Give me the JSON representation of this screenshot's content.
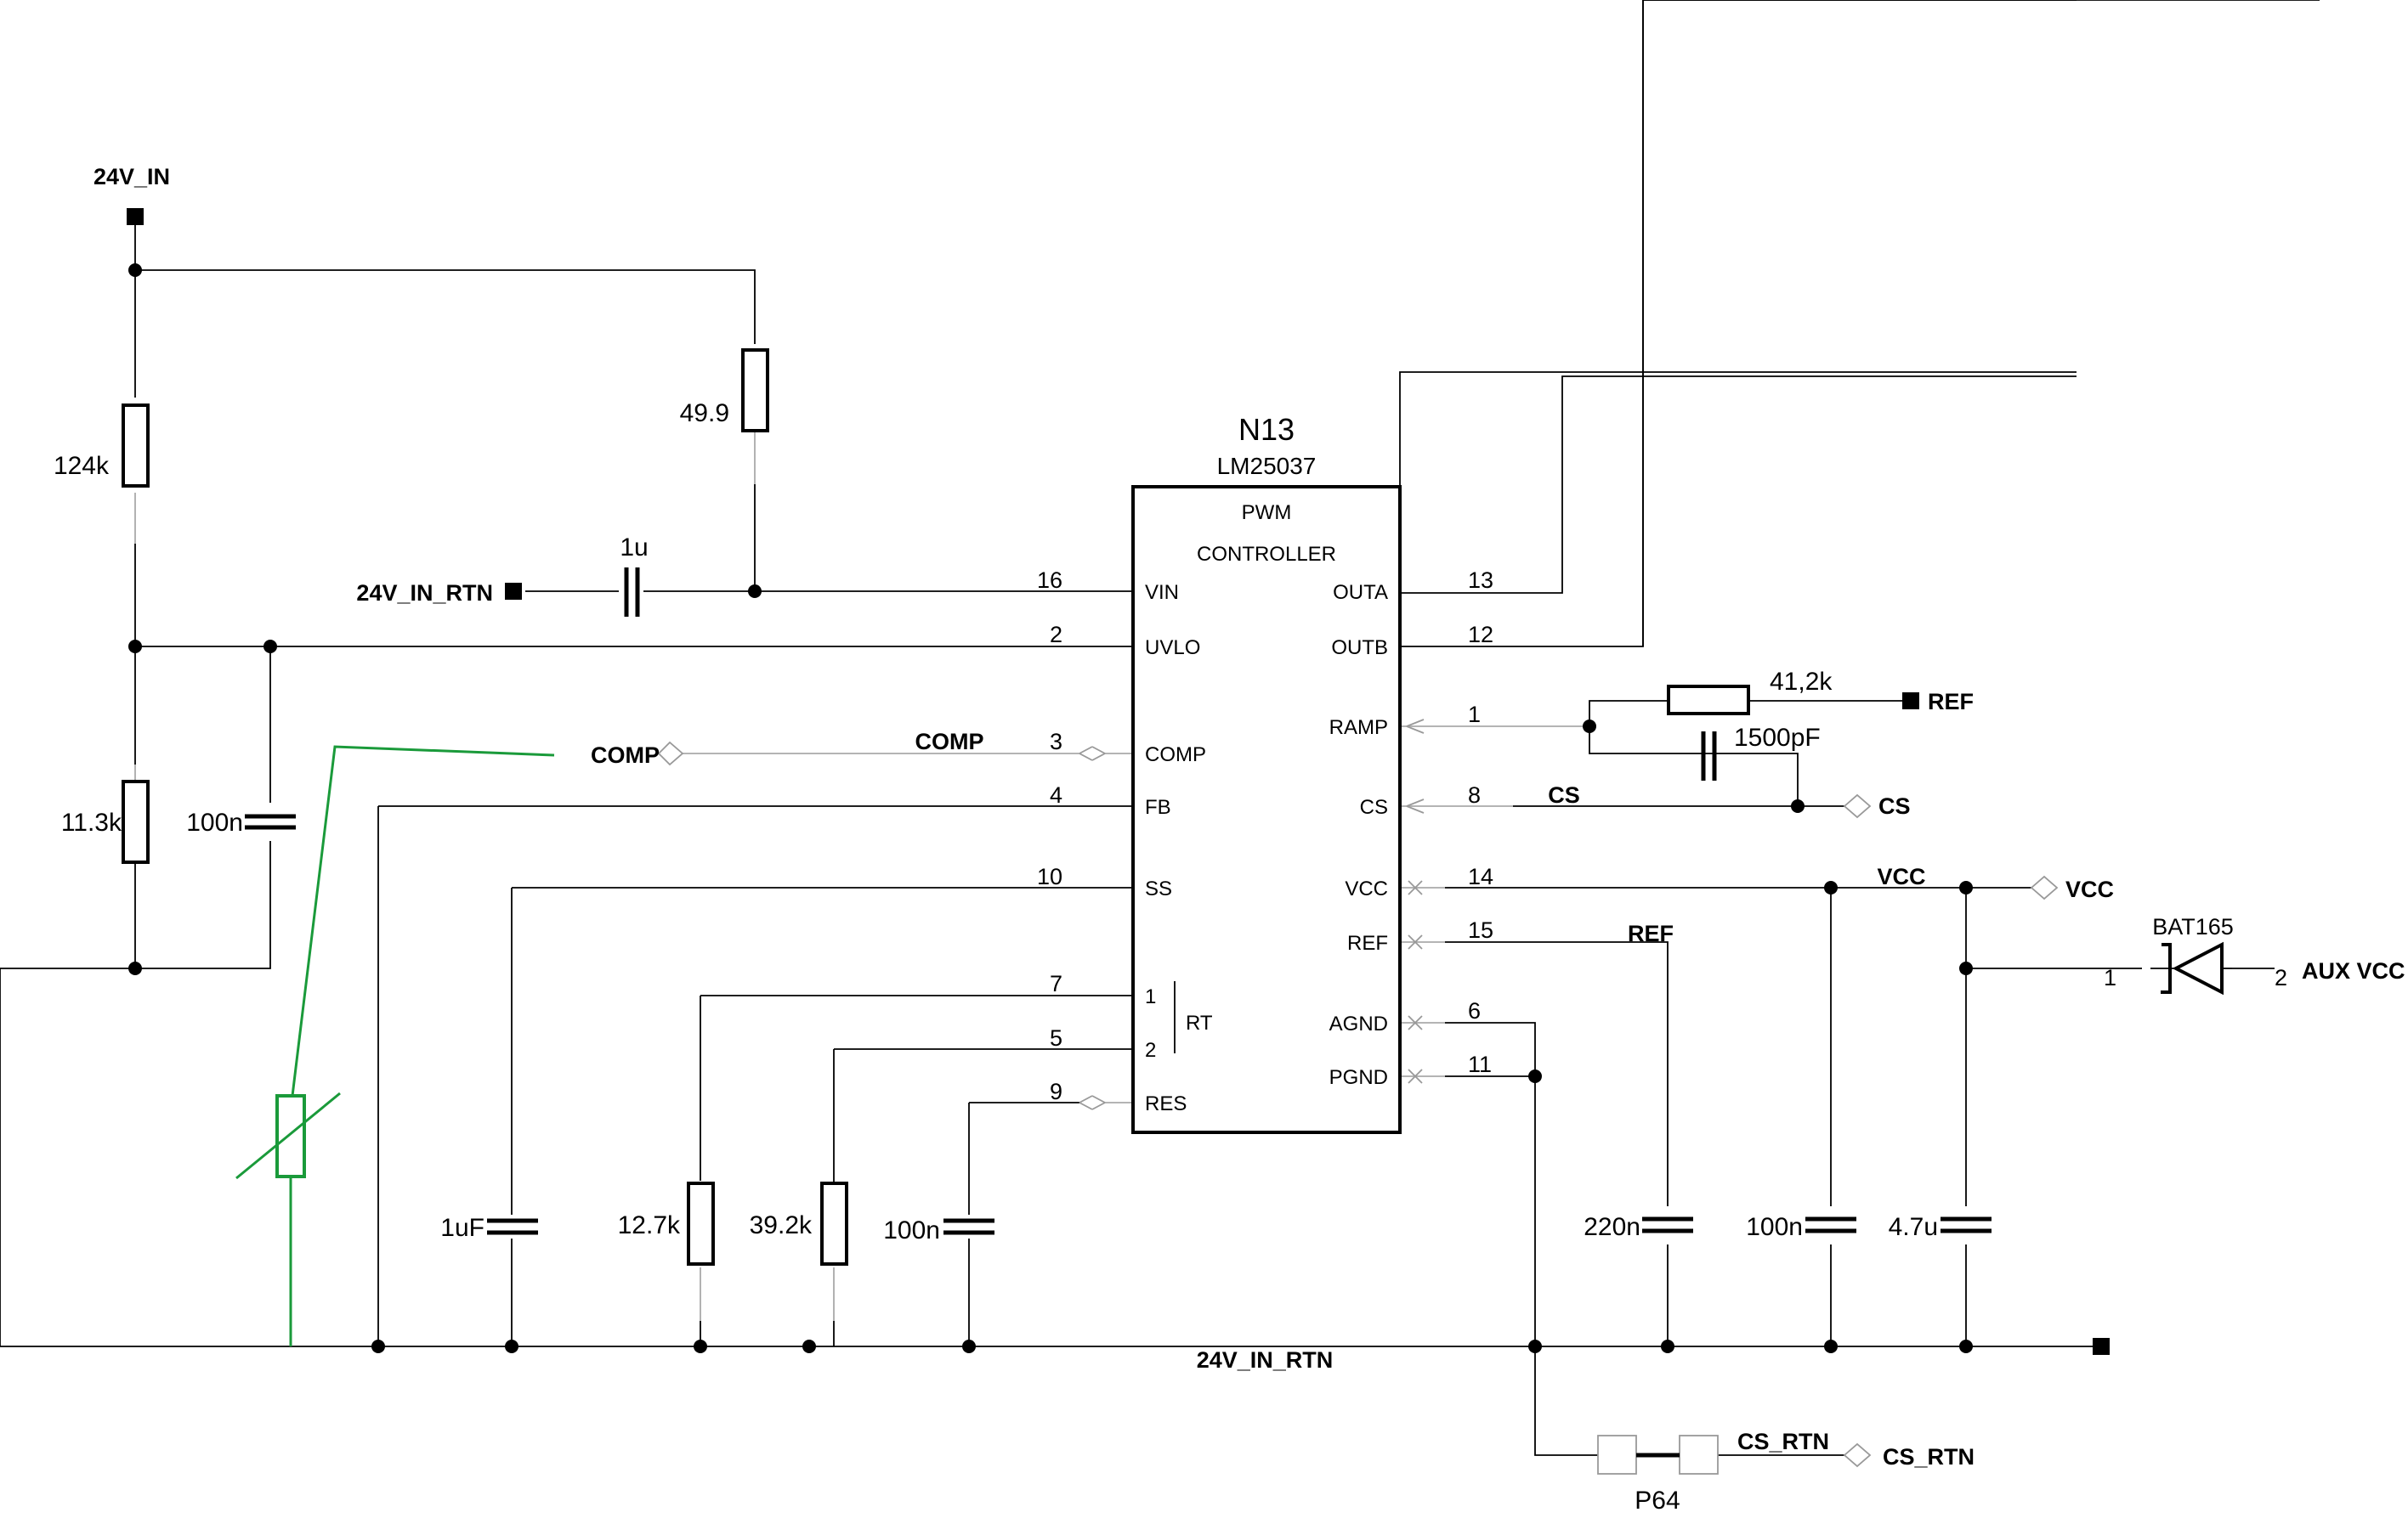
{
  "ic": {
    "designator": "N13",
    "part": "LM25037",
    "function_line1": "PWM",
    "function_line2": "CONTROLLER",
    "pins_left": [
      {
        "num": "16",
        "name": "VIN"
      },
      {
        "num": "2",
        "name": "UVLO"
      },
      {
        "num": "3",
        "name": "COMP"
      },
      {
        "num": "4",
        "name": "FB"
      },
      {
        "num": "10",
        "name": "SS"
      },
      {
        "num": "7",
        "name": "1"
      },
      {
        "num": "5",
        "name": "2"
      },
      {
        "num": "9",
        "name": "RES"
      }
    ],
    "rt_label": "RT",
    "pins_right": [
      {
        "num": "13",
        "name": "OUTA"
      },
      {
        "num": "12",
        "name": "OUTB"
      },
      {
        "num": "1",
        "name": "RAMP"
      },
      {
        "num": "8",
        "name": "CS"
      },
      {
        "num": "14",
        "name": "VCC"
      },
      {
        "num": "15",
        "name": "REF"
      },
      {
        "num": "6",
        "name": "AGND"
      },
      {
        "num": "11",
        "name": "PGND"
      }
    ]
  },
  "components": {
    "r_124k": "124k",
    "r_49_9": "49.9",
    "c_1u": "1u",
    "r_11_3k": "11.3k",
    "c_100n_uvlo": "100n",
    "c_1uf_ss": "1uF",
    "r_12_7k": "12.7k",
    "r_39_2k": "39.2k",
    "c_100n_res": "100n",
    "r_41_2k": "41,2k",
    "c_1500pf": "1500pF",
    "c_220n": "220n",
    "c_100n_vcc": "100n",
    "c_4_7u": "4.7u",
    "diode": "BAT165",
    "diode_pin1": "1",
    "diode_pin2": "2",
    "jumper": "P64"
  },
  "nets": {
    "in_24v": "24V_IN",
    "in_24v_rtn": "24V_IN_RTN",
    "comp_port": "COMP",
    "comp_wire": "COMP",
    "cs_wire": "CS",
    "cs_port": "CS",
    "ref_port": "REF",
    "vcc_wire": "VCC",
    "vcc_port": "VCC",
    "ref_wire": "REF",
    "aux_vcc": "AUX VCC",
    "gnd_bus": "24V_IN_RTN",
    "cs_rtn_wire": "CS_RTN",
    "cs_rtn_port": "CS_RTN"
  },
  "colors": {
    "wire": "#000000",
    "overlay_green": "#1a9a3a"
  }
}
